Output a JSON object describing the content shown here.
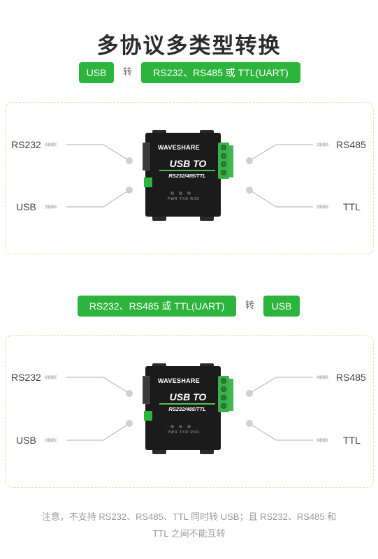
{
  "title": "多协议多类型转换",
  "section1": {
    "from": "USB",
    "mid": "转",
    "to": "RS232、RS485 或 TTL(UART)"
  },
  "section2": {
    "from": "RS232、RS485 或 TTL(UART)",
    "mid": "转",
    "to": "USB"
  },
  "panel1": {
    "left_top": "RS232",
    "left_bottom": "USB",
    "right_top": "RS485",
    "right_bottom": "TTL",
    "chev_in": "»»»",
    "chev_out": "«««"
  },
  "panel2": {
    "left_top": "RS232",
    "left_bottom": "USB",
    "right_top": "RS485",
    "right_bottom": "TTL",
    "chev_in": "«««",
    "chev_out": "«««"
  },
  "device": {
    "logo": "WAVESHARE",
    "main": "USB TO",
    "sub": "RS232/485/TTL",
    "leds": "PWR TXD RXD"
  },
  "note": {
    "line1": "注意，不支持 RS232、RS485、TTL 同时转 USB；且 RS232、RS485 和",
    "line2": "TTL 之间不能互转"
  }
}
